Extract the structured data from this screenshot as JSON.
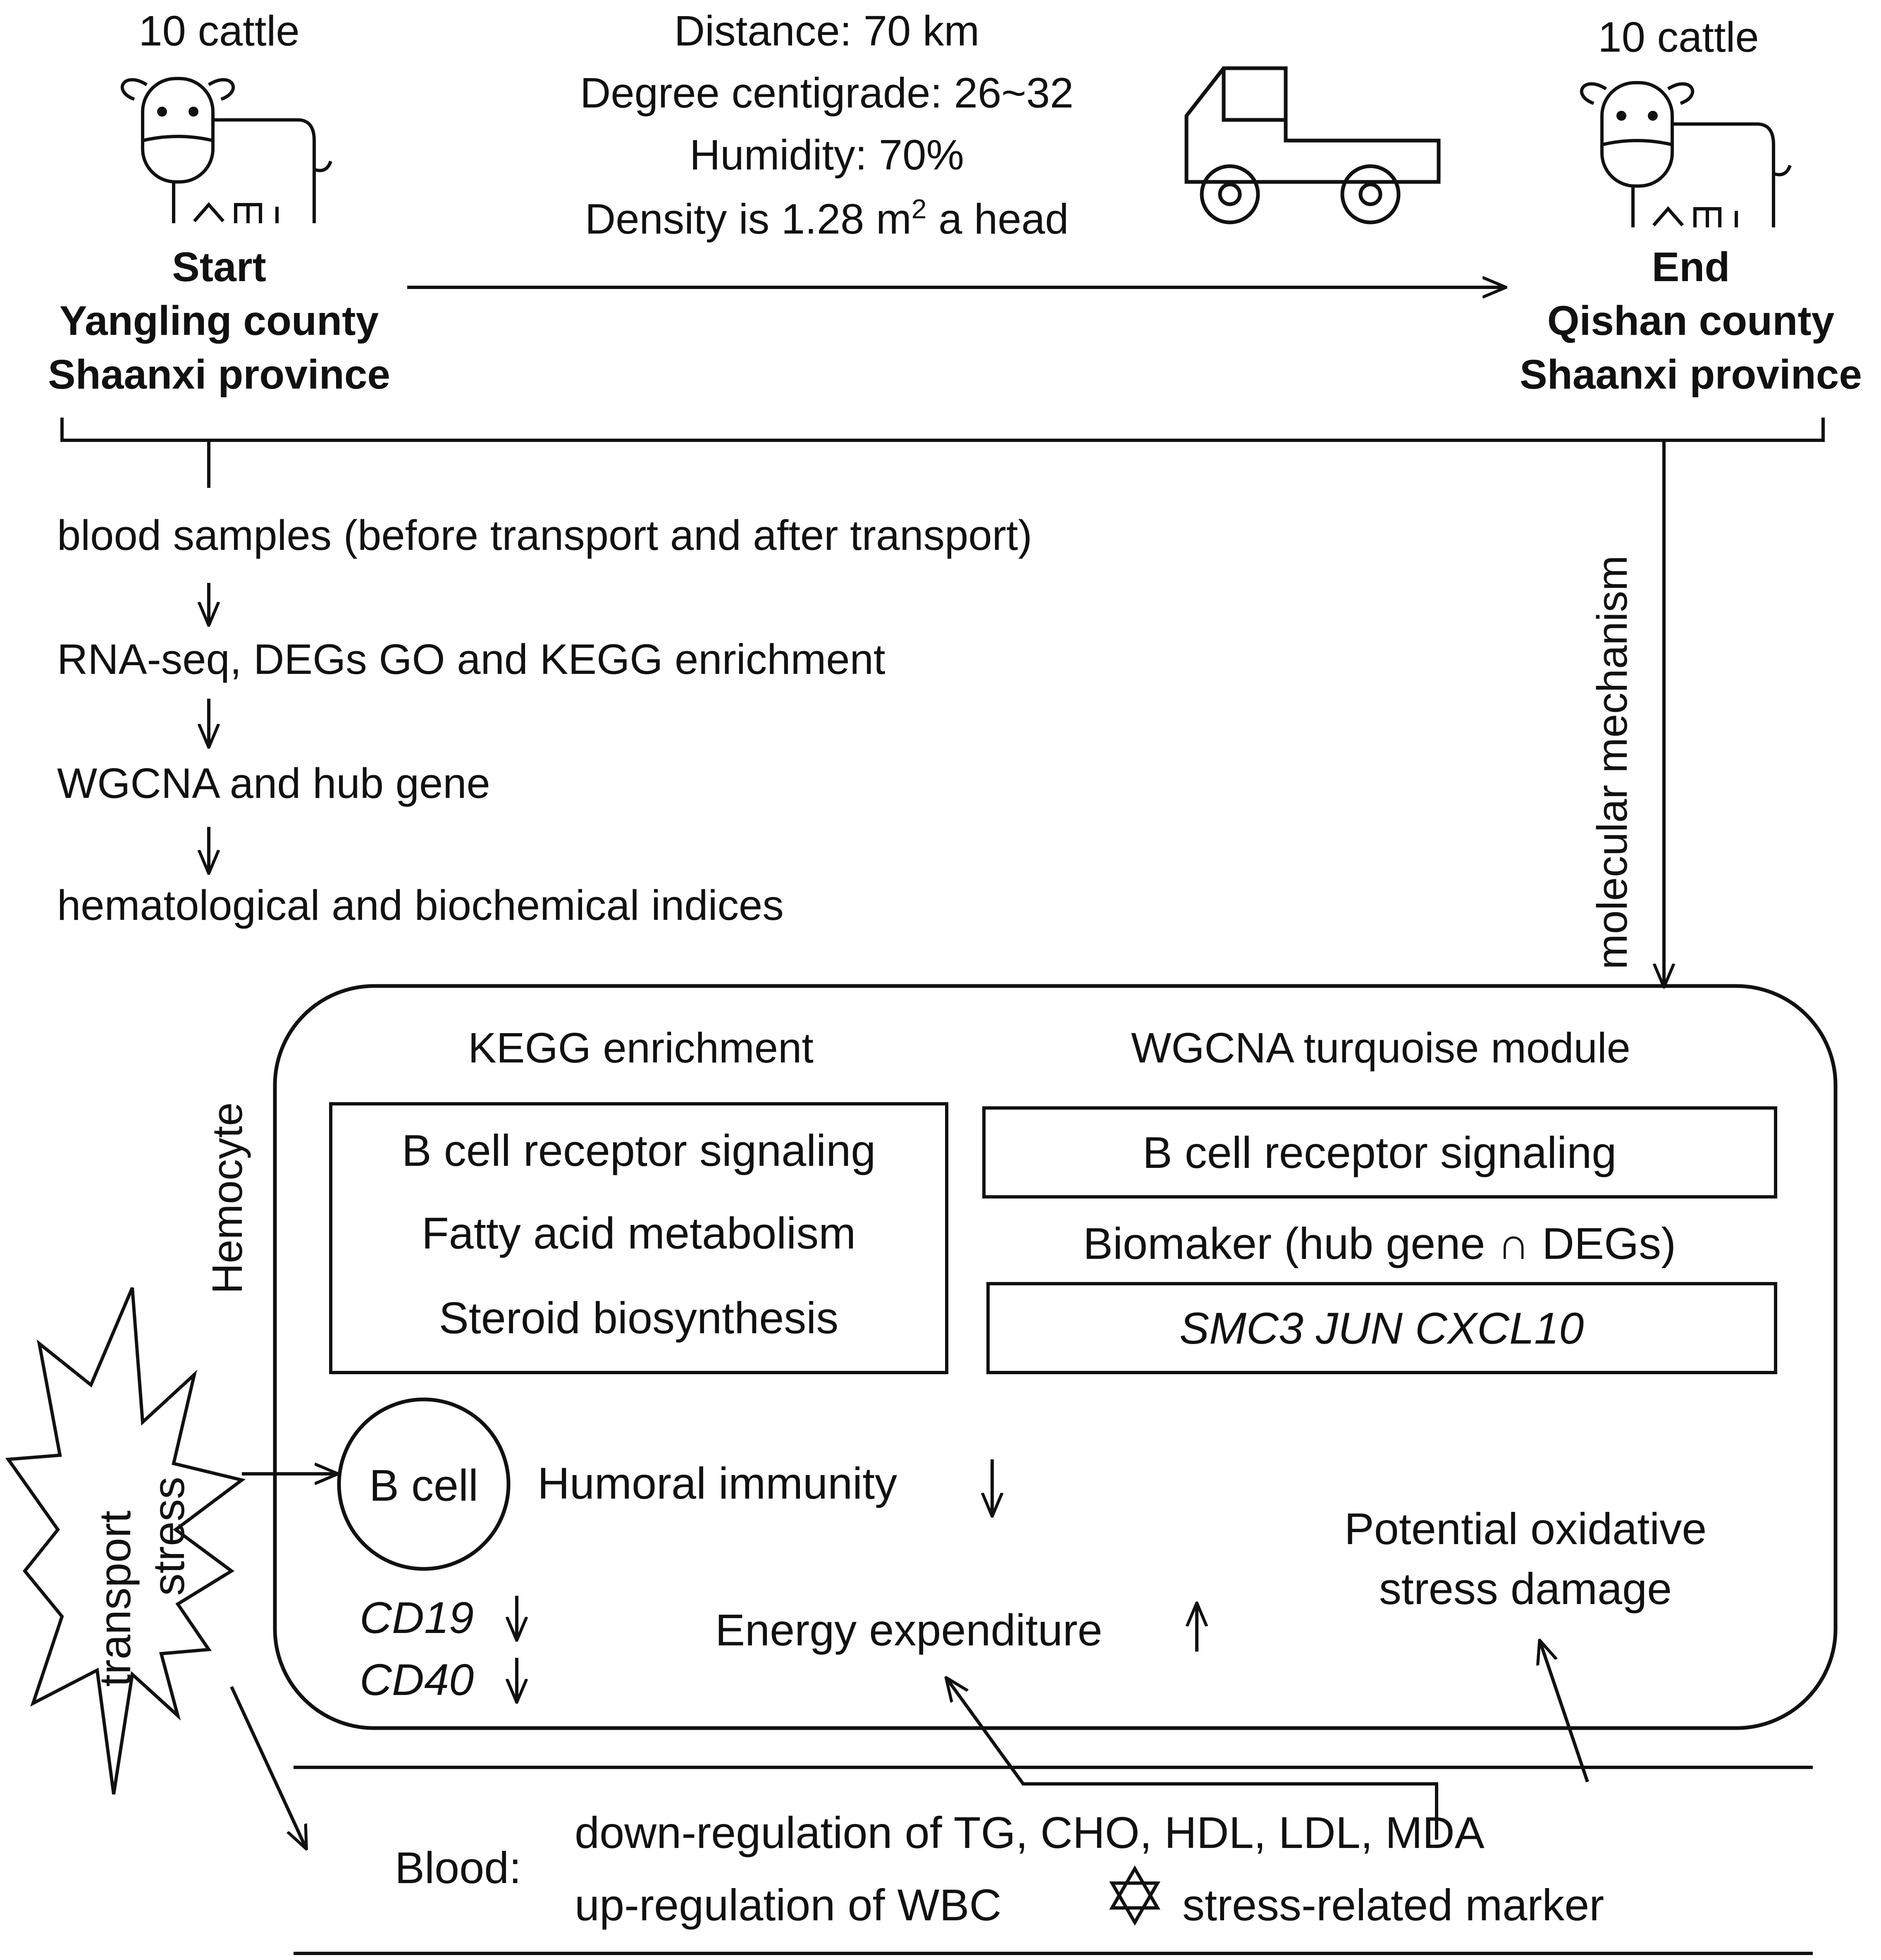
{
  "start": {
    "count": "10 cattle",
    "label": "Start",
    "county": "Yangling county",
    "province": "Shaanxi province"
  },
  "end": {
    "count": "10 cattle",
    "label": "End",
    "county": "Qishan county",
    "province": "Shaanxi province"
  },
  "transport": {
    "distance": "Distance: 70 km",
    "degree": "Degree centigrade: 26~32",
    "humidity": "Humidity: 70%",
    "density_prefix": "Density is 1.28 m",
    "density_sup": "2",
    "density_suffix": " a head"
  },
  "workflow": {
    "steps": [
      "blood samples (before transport and after transport)",
      "RNA-seq, DEGs GO and KEGG enrichment",
      "WGCNA and hub gene",
      "hematological and biochemical indices"
    ],
    "side_label": "molecular mechanism"
  },
  "hemocyte": {
    "label": "Hemocyte",
    "kegg_title": "KEGG enrichment",
    "kegg_items": [
      "B cell receptor signaling",
      "Fatty acid metabolism",
      "Steroid biosynthesis"
    ],
    "wgcna_title": "WGCNA turquoise module",
    "wgcna_item": "B cell receptor signaling",
    "biomarker_label": "Biomaker (hub gene ∩  DEGs)",
    "biomarker_genes": "SMC3 JUN CXCL10",
    "bcell": "B cell",
    "humoral": "Humoral immunity",
    "cd19": "CD19",
    "cd40": "CD40",
    "energy": "Energy expenditure",
    "oxidative_line1": "Potential oxidative",
    "oxidative_line2": "stress damage"
  },
  "stress": {
    "line1": "transport",
    "line2": "stress"
  },
  "blood": {
    "label": "Blood:",
    "down": "down-regulation of TG, CHO, HDL, LDL, MDA",
    "up_prefix": "up-regulation of WBC",
    "up_suffix": "stress-related marker"
  }
}
